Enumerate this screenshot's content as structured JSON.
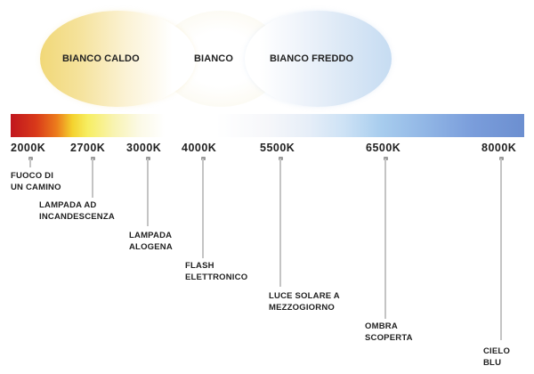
{
  "zones": [
    {
      "label": "BIANCO CALDO",
      "color": "#f1d878"
    },
    {
      "label": "BIANCO",
      "color": "#ffffff"
    },
    {
      "label": "BIANCO FREDDO",
      "color": "#c6dcf2"
    }
  ],
  "spectrum": {
    "start_color": "#c0161e",
    "end_color": "#6c8fd0"
  },
  "markers": [
    {
      "kelvin": "2000K",
      "desc_line1": "FUOCO DI",
      "desc_line2": "UN CAMINO"
    },
    {
      "kelvin": "2700K",
      "desc_line1": "LAMPADA AD",
      "desc_line2": "INCANDESCENZA"
    },
    {
      "kelvin": "3000K",
      "desc_line1": "LAMPADA",
      "desc_line2": "ALOGENA"
    },
    {
      "kelvin": "4000K",
      "desc_line1": "FLASH",
      "desc_line2": "ELETTRONICO"
    },
    {
      "kelvin": "5500K",
      "desc_line1": "LUCE SOLARE A",
      "desc_line2": "MEZZOGIORNO"
    },
    {
      "kelvin": "6500K",
      "desc_line1": "OMBRA",
      "desc_line2": "SCOPERTA"
    },
    {
      "kelvin": "8000K",
      "desc_line1": "CIELO",
      "desc_line2": "BLU"
    }
  ]
}
